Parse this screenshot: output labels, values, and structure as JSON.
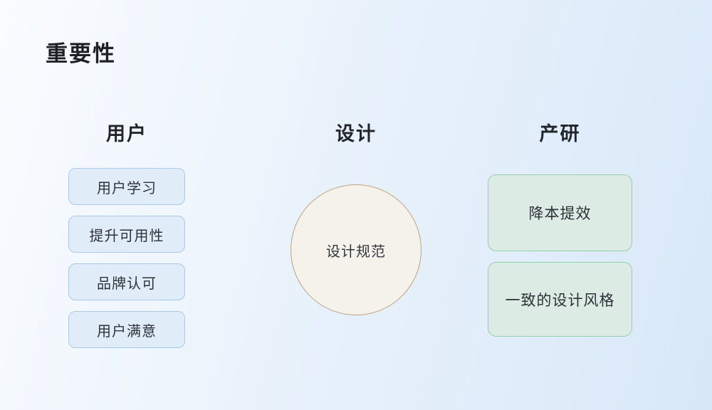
{
  "title": "重要性",
  "columns": [
    {
      "header": "用户",
      "items": [
        "用户学习",
        "提升可用性",
        "品牌认可",
        "用户满意"
      ]
    },
    {
      "header": "设计",
      "circle_label": "设计规范"
    },
    {
      "header": "产研",
      "items": [
        "降本提效",
        "一致的设计风格"
      ]
    }
  ],
  "colors": {
    "background_start": "#fafcff",
    "background_end": "#d8e8f8",
    "blue_card_fill": "#e0edf9",
    "blue_card_border": "#a9c9e9",
    "circle_fill": "#f5f2eb",
    "circle_border": "#bda182",
    "green_card_fill": "#dcece4",
    "green_card_border": "#94cfab",
    "text": "#26292e"
  }
}
